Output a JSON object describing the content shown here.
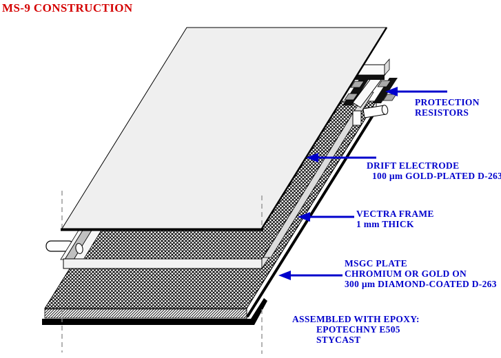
{
  "title": {
    "text": "MS-9 CONSTRUCTION"
  },
  "colors": {
    "title_red": "#d40000",
    "annotation_blue": "#0000cc"
  },
  "labels": {
    "protection": {
      "lines": [
        "PROTECTION",
        "RESISTORS"
      ]
    },
    "drift": {
      "lines": [
        "DRIFT ELECTRODE",
        "100 µm GOLD-PLATED D-263"
      ]
    },
    "vectra": {
      "lines": [
        "VECTRA FRAME",
        "1 mm THICK"
      ]
    },
    "msgc": {
      "lines": [
        "MSGC PLATE",
        "CHROMIUM OR GOLD ON",
        "300 µm DIAMOND-COATED D-263"
      ]
    },
    "epoxy": {
      "lines": [
        "ASSEMBLED WITH EPOXY:",
        "EPOTECHNY E505",
        "STYCAST"
      ]
    }
  }
}
